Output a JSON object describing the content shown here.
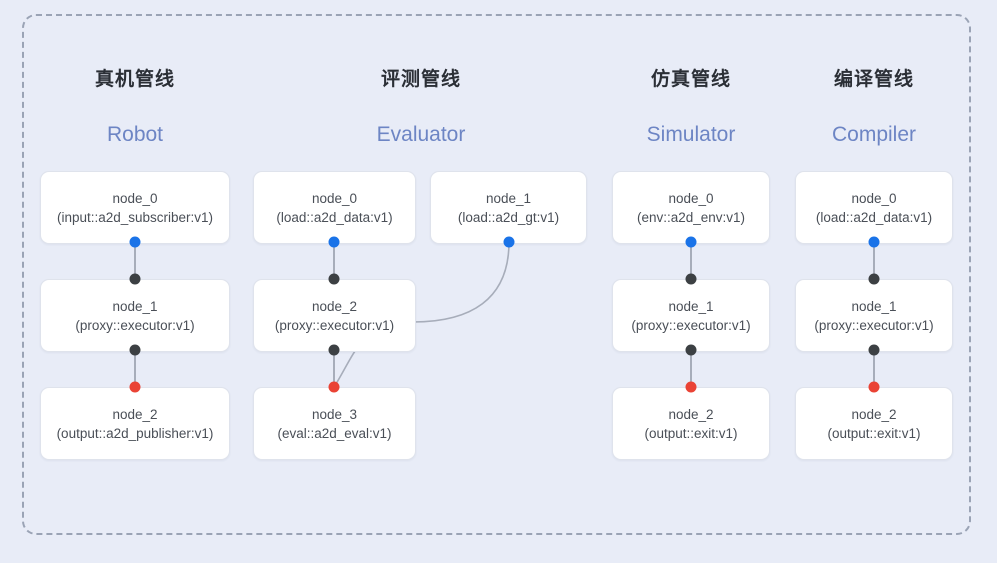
{
  "diagram": {
    "background_color": "#e8ecf7",
    "frame": {
      "border_style": "dashed",
      "border_color": "#9aa3b5"
    },
    "port_colors": {
      "input": "#1a73e8",
      "middle": "#3c4043",
      "output": "#ea4335"
    },
    "edge_color": "#a7adba",
    "columns": [
      {
        "id": "robot",
        "title_cn": "真机管线",
        "title_en": "Robot",
        "nodes": [
          {
            "name": "node_0",
            "spec": "(input::a2d_subscriber:v1)"
          },
          {
            "name": "node_1",
            "spec": "(proxy::executor:v1)"
          },
          {
            "name": "node_2",
            "spec": "(output::a2d_publisher:v1)"
          }
        ]
      },
      {
        "id": "evaluator",
        "title_cn": "评测管线",
        "title_en": "Evaluator",
        "nodes": [
          {
            "name": "node_0",
            "spec": "(load::a2d_data:v1)"
          },
          {
            "name": "node_1",
            "spec": "(load::a2d_gt:v1)"
          },
          {
            "name": "node_2",
            "spec": "(proxy::executor:v1)"
          },
          {
            "name": "node_3",
            "spec": "(eval::a2d_eval:v1)"
          }
        ]
      },
      {
        "id": "simulator",
        "title_cn": "仿真管线",
        "title_en": "Simulator",
        "nodes": [
          {
            "name": "node_0",
            "spec": "(env::a2d_env:v1)"
          },
          {
            "name": "node_1",
            "spec": "(proxy::executor:v1)"
          },
          {
            "name": "node_2",
            "spec": "(output::exit:v1)"
          }
        ]
      },
      {
        "id": "compiler",
        "title_cn": "编译管线",
        "title_en": "Compiler",
        "nodes": [
          {
            "name": "node_0",
            "spec": "(load::a2d_data:v1)"
          },
          {
            "name": "node_1",
            "spec": "(proxy::executor:v1)"
          },
          {
            "name": "node_2",
            "spec": "(output::exit:v1)"
          }
        ]
      }
    ]
  }
}
